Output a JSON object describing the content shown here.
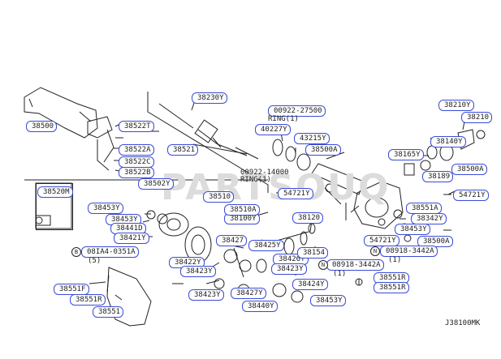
{
  "diagram": {
    "id": "J38100MK",
    "watermark": "PARTSOUQ",
    "callouts": {
      "c38230": "38230Y",
      "c38500": "38500",
      "c38522T": "38522T",
      "c38522a": "38522A",
      "c38522b": "38522B",
      "c38522c": "38522C",
      "c38521": "38521",
      "c38520M": "38520M",
      "c38502Y": "38502Y",
      "c38453Ya": "38453Y",
      "c38453Yb": "38453Y",
      "c38441": "38441D",
      "c38421": "38421Y",
      "c38427": "38427",
      "c38425": "38425Y",
      "c38426": "38426Y",
      "c38423a": "38423Y",
      "c38423b": "38423Y",
      "c38423c": "38423Y",
      "c38422": "38422Y",
      "c38427b": "38427Y",
      "c38424": "38424Y",
      "c38440": "38440Y",
      "c38453Yc": "38453Y",
      "c38551F": "38551F",
      "c38551": "38551",
      "c38351A": "08IA4-0351A",
      "c38551R": "38551R",
      "c38100Y": "38100Y",
      "c38510A": "38510A",
      "c38510": "38510",
      "c38120": "38120",
      "c38154": "38154",
      "c38189": "38189",
      "c38210": "38210Y",
      "c38210b": "38210",
      "c38140": "38140Y",
      "c38165": "38165Y",
      "c38500A": "38500A",
      "c38500Ab": "38500A",
      "c38500Ac": "38500A",
      "c40227": "40227Y",
      "c43215": "43215Y",
      "c00922": "00922-27500",
      "c54721a": "54721Y",
      "c54721b": "54721Y",
      "c54721c": "54721Y",
      "c38551A": "38551A",
      "c38342": "38342Y",
      "c38453d": "38453Y",
      "c38551Rb": "38551R",
      "c38551Rc": "38551R",
      "c38918a": "08918-3442A",
      "c38918b": "08918-3442A"
    },
    "plain": {
      "ring1": "RING(1)",
      "ring2": "RING(1)",
      "p00922b": "00922-14000",
      "qty1": "(1)",
      "qty2": "(1)",
      "qty3": "(5)",
      "circN1": "N",
      "circN2": "N",
      "circB": "B"
    }
  }
}
